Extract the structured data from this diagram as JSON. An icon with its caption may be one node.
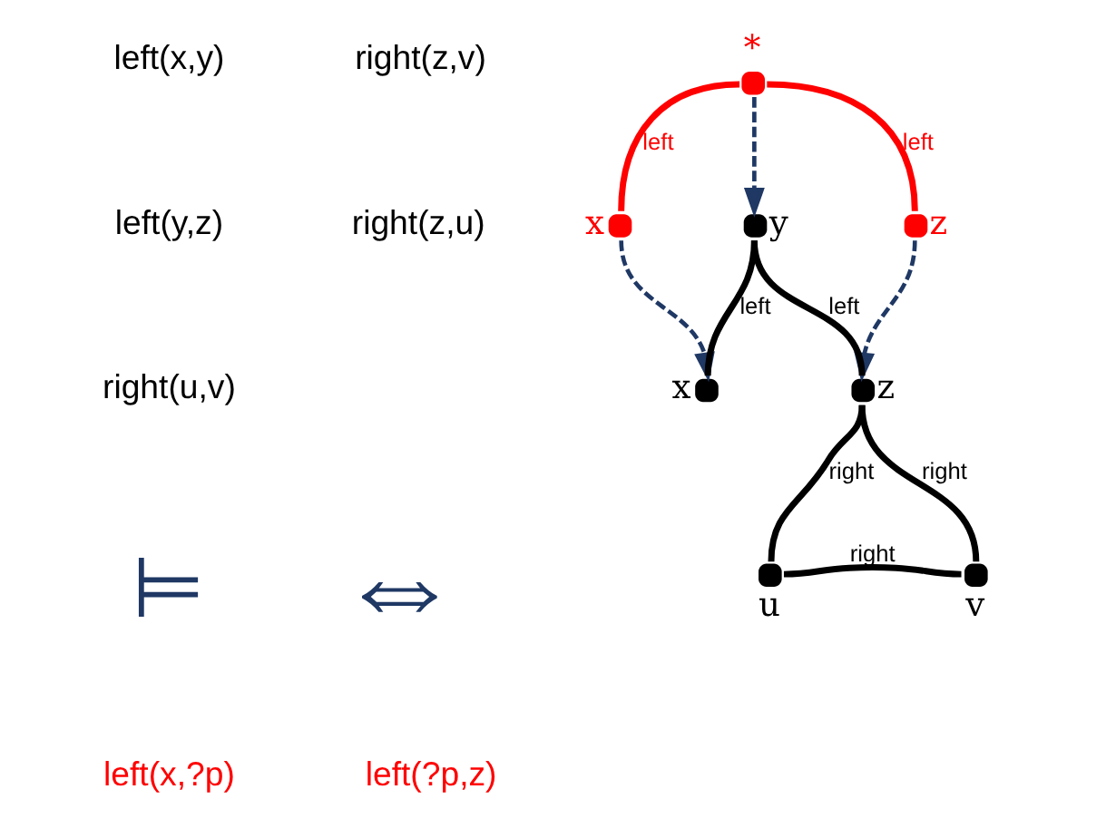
{
  "diagram": {
    "nodes": [
      {
        "text": [],
        "shape": "circle",
        "beside": [
          "*"
        ]
      },
      {
        "text": [],
        "shape": "circle",
        "beside": [
          "x"
        ]
      },
      {
        "text": [],
        "shape": "circle",
        "beside": [
          "z"
        ]
      },
      {
        "text": [],
        "shape": "circle",
        "beside": [
          "y"
        ]
      },
      {
        "text": [],
        "shape": "circle",
        "beside": [
          "x"
        ]
      },
      {
        "text": [],
        "shape": "circle",
        "beside": [
          "z"
        ]
      },
      {
        "text": [],
        "shape": "circle",
        "beside": [
          "u"
        ]
      },
      {
        "text": [],
        "shape": "circle",
        "beside": [
          "v"
        ]
      }
    ],
    "edges": [
      {
        "from": 0,
        "to": 1,
        "arrow": "none",
        "label": "left",
        "color": "#ff0000"
      },
      {
        "from": 0,
        "to": 2,
        "arrow": "none",
        "label": "left",
        "color": "#ff0000"
      },
      {
        "from": 0,
        "to": 3,
        "arrow": "to",
        "style": "dashed",
        "color": "#1f3864"
      },
      {
        "from": 1,
        "to": 4,
        "arrow": "to",
        "style": "dashed",
        "color": "#1f3864"
      },
      {
        "from": 2,
        "to": 5,
        "arrow": "to",
        "style": "dashed",
        "color": "#1f3864"
      },
      {
        "from": 3,
        "to": 4,
        "arrow": "none",
        "label": "left"
      },
      {
        "from": 3,
        "to": 5,
        "arrow": "none",
        "label": "left"
      },
      {
        "from": 5,
        "to": 6,
        "arrow": "none",
        "label": "right"
      },
      {
        "from": 5,
        "to": 7,
        "arrow": "none",
        "label": "right"
      },
      {
        "from": 6,
        "to": 7,
        "arrow": "none",
        "label": "right"
      }
    ],
    "labels": [
      "left(x,y)",
      "right(z,v)",
      "left(y,z)",
      "right(z,u)",
      "right(u,v)",
      "⊨",
      "⇔",
      "left(x,?p)",
      "left(?p,z)"
    ]
  }
}
